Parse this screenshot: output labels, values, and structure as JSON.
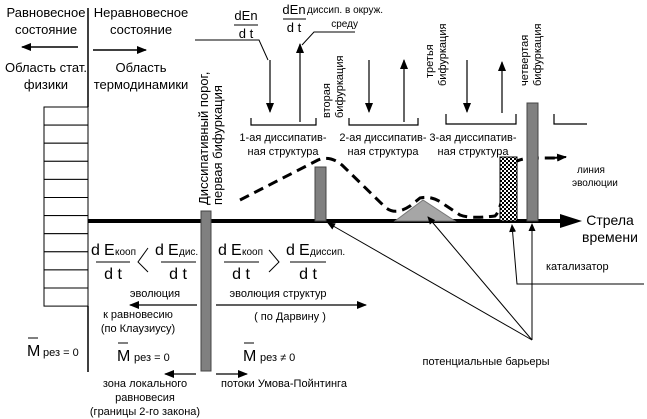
{
  "header": {
    "equilibrium_state": [
      "Равновесное",
      "состояние"
    ],
    "nonequilibrium_state": [
      "Неравновесное",
      "состояние"
    ],
    "stat_physics_region": [
      "Область стат.",
      "физики"
    ],
    "thermodynamics_region": [
      "Область",
      "термодинамики"
    ]
  },
  "top_formulas": {
    "den_dt_1": {
      "num": "dEn",
      "den": "d t"
    },
    "den_dt_2": {
      "num": "dEn",
      "den": "d t",
      "note_line1": "диссип. в окруж.",
      "note_line2": "среду"
    }
  },
  "bifurcations": {
    "first": [
      "Диссипативный порог,",
      "первая бифуркация"
    ],
    "second": [
      "вторая",
      "бифуркация"
    ],
    "third": [
      "третья",
      "бифуркация"
    ],
    "fourth": [
      "четвертая",
      "бифуркация"
    ]
  },
  "structures": [
    [
      "1-ая диссипатив-",
      "ная  структура"
    ],
    [
      "2-ая диссипатив-",
      "ная  структура"
    ],
    [
      "3-ая диссипатив-",
      "ная структура"
    ]
  ],
  "evolution_line": [
    "линия",
    "эволюции"
  ],
  "time_arrow": [
    "Стрела",
    "времени"
  ],
  "catalyst": "катализатор",
  "potential_barriers": "потенциальные барьеры",
  "lower_left": {
    "ineq_num_left": "d Eкооп",
    "ineq_num_left_sub": "кооп",
    "ineq_num_right": "d Eдис.",
    "ineq_den": "d t",
    "evolution": "эволюция",
    "to_equilibrium": "к равновесию",
    "clausius": "(по Клаузиусу)",
    "m_res_outer": "M рез = 0",
    "m_res_inner": "M рез = 0",
    "local_zone": [
      "зона локального",
      "равновесия",
      "(границы  2-го закона)"
    ]
  },
  "lower_right": {
    "ineq_num_left": "d Eкооп",
    "ineq_num_right": "d Eдиссип.",
    "ineq_den": "d t",
    "evolution_structures": "эволюция структур",
    "darwin": "( по Дарвину )",
    "m_res": "M рез ≠ 0",
    "umov_poynting": "потоки Умова-Пойнтинга"
  },
  "colors": {
    "bar_fill": "#808080",
    "barrier_fill": "#a6a6a6",
    "line": "#000000"
  }
}
